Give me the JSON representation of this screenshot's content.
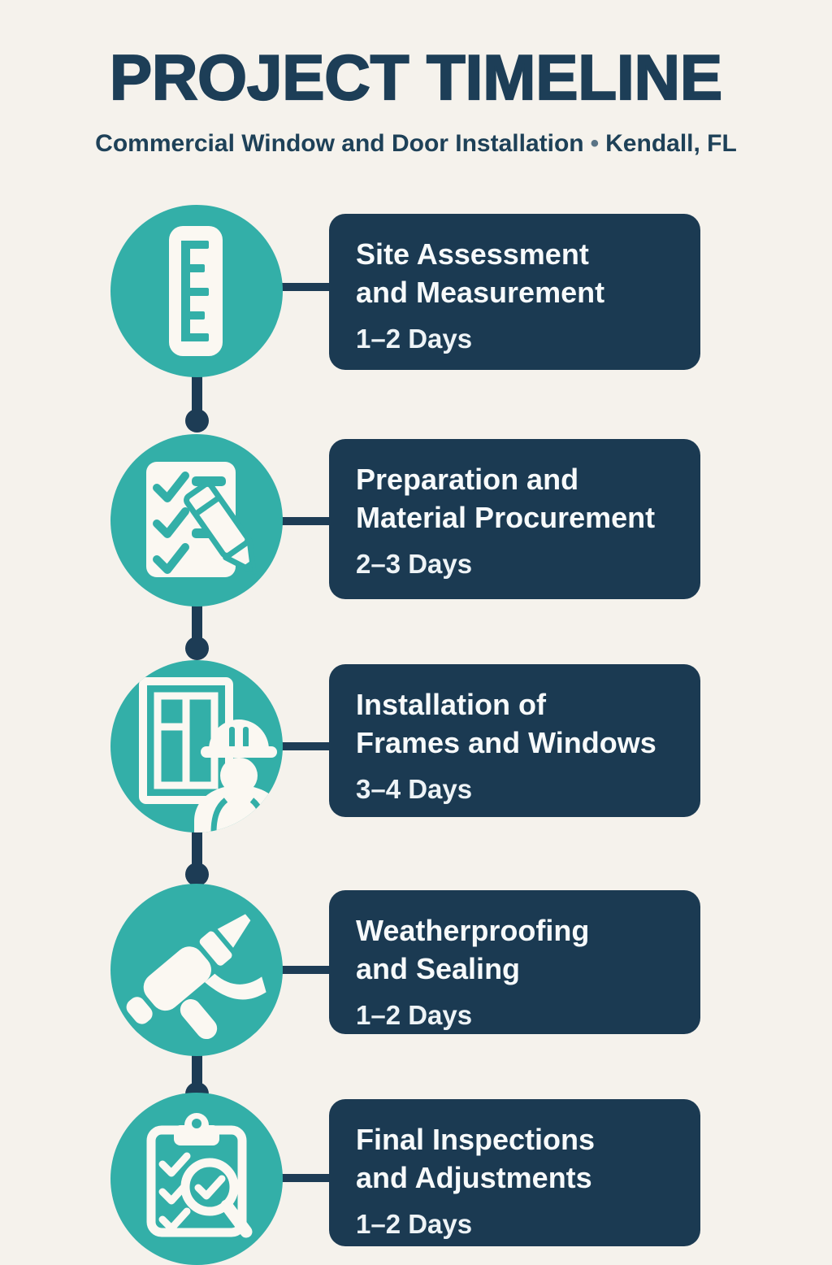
{
  "colors": {
    "background": "#f5f2ec",
    "accent_teal": "#33afa8",
    "card_navy": "#1b3a52",
    "title_navy": "#1d3e57",
    "connector_navy": "#1d3c55",
    "icon_white": "#fbf8f2",
    "subtitle_bullet": "#5a7486"
  },
  "header": {
    "title": "PROJECT TIMELINE",
    "subtitle_before": "Commercial Window and Door Installation",
    "subtitle_separator": "•",
    "subtitle_after": "Kendall, FL"
  },
  "timeline": {
    "steps": [
      {
        "icon": "ruler-icon",
        "title_line1": "Site Assessment",
        "title_line2": "and Measurement",
        "duration": "1–2 Days"
      },
      {
        "icon": "checklist-pencil-icon",
        "title_line1": "Preparation and",
        "title_line2": "Material Procurement",
        "duration": "2–3 Days"
      },
      {
        "icon": "window-worker-icon",
        "title_line1": "Installation of",
        "title_line2": "Frames and Windows",
        "duration": "3–4 Days"
      },
      {
        "icon": "caulk-gun-icon",
        "title_line1": "Weatherproofing",
        "title_line2": "and Sealing",
        "duration": "1–2 Days"
      },
      {
        "icon": "clipboard-magnifier-icon",
        "title_line1": "Final Inspections",
        "title_line2": "and Adjustments",
        "duration": "1–2 Days"
      }
    ]
  }
}
